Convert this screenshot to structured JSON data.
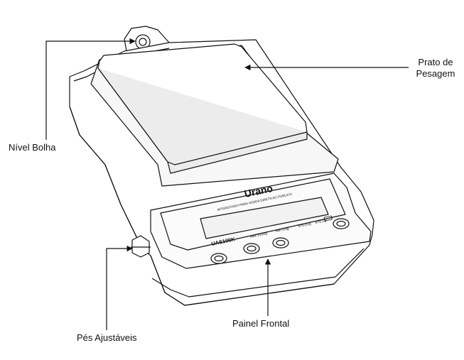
{
  "colors": {
    "line": "#111111",
    "body_fill": "#ffffff",
    "shade": "#f2f2f2"
  },
  "device": {
    "brand": "Urano",
    "notice": "INTERDITADO PARA VENDA DIRETA AO PUBLICO",
    "model": "UAS100K",
    "specs": [
      "Max 5100g",
      "Min 0,5g",
      "d=0,01g",
      "e=0,1g"
    ],
    "battery_icon": "battery-icon"
  },
  "callouts": {
    "pan": {
      "line1": "Prato de",
      "line2": "Pesagem"
    },
    "bubble_level": "Nível Bolha",
    "front_panel": "Painel Frontal",
    "adjustable_feet": "Pés Ajustáveis"
  }
}
